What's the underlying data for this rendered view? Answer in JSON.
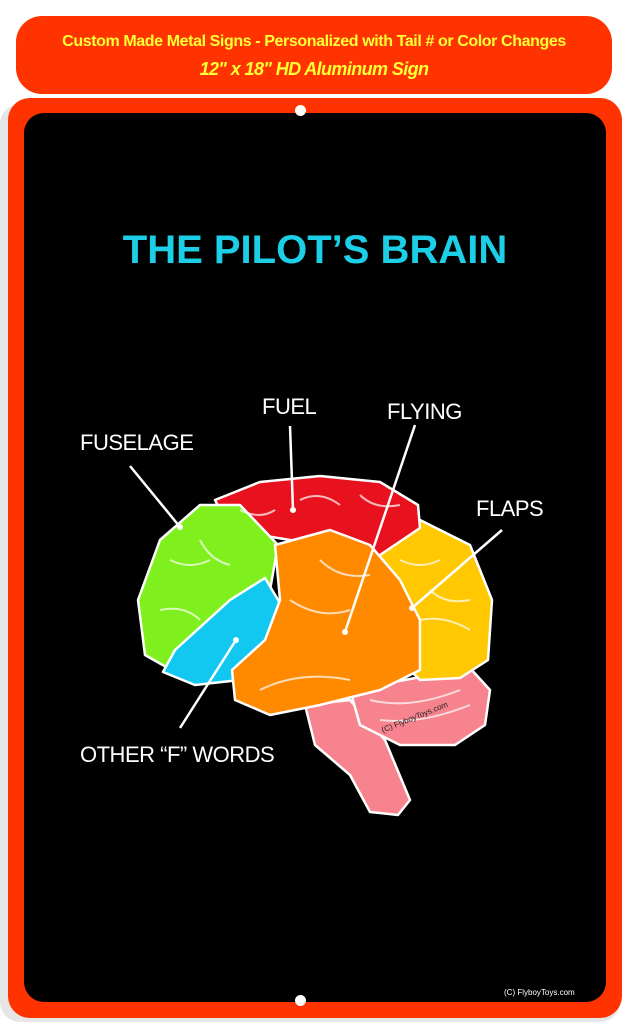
{
  "banner": {
    "headline": "Custom Made Metal Signs - Personalized with Tail # or Color Changes",
    "subline": "12\" x 18\"  HD Aluminum Sign"
  },
  "sign": {
    "title": "THE PILOT’S BRAIN",
    "labels": {
      "fuselage": "FUSELAGE",
      "fuel": "FUEL",
      "flying": "FLYING",
      "flaps": "FLAPS",
      "other": "OTHER “F” WORDS"
    },
    "brain_watermark": "(C) FlyboyToys.com",
    "copyright": "(C) FlyboyToys.com"
  },
  "colors": {
    "banner": "#ff3300",
    "banner_text": "#ffff33",
    "title": "#1ccfe6",
    "red": "#e8121e",
    "green": "#7ff01e",
    "blue": "#12c8f0",
    "orange": "#ff8a00",
    "yellow": "#ffc800",
    "pink": "#f7838f"
  }
}
